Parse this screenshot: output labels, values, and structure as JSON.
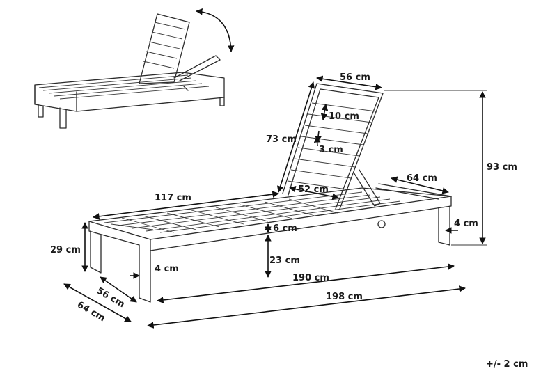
{
  "dimensions": {
    "backrest_width": "56 cm",
    "slat_height": "10 cm",
    "slat_gap": "3 cm",
    "backrest_length": "73 cm",
    "total_height": "93 cm",
    "headrest_depth": "64 cm",
    "inner_width": "52 cm",
    "seat_length": "117 cm",
    "frame_thickness": "6 cm",
    "leg_thickness_right": "4 cm",
    "seat_height": "29 cm",
    "clearance": "23 cm",
    "leg_thickness_left": "4 cm",
    "inner_length": "190 cm",
    "seat_width": "56 cm",
    "total_length": "198 cm",
    "total_width": "64 cm"
  },
  "tolerance": "+/- 2 cm"
}
